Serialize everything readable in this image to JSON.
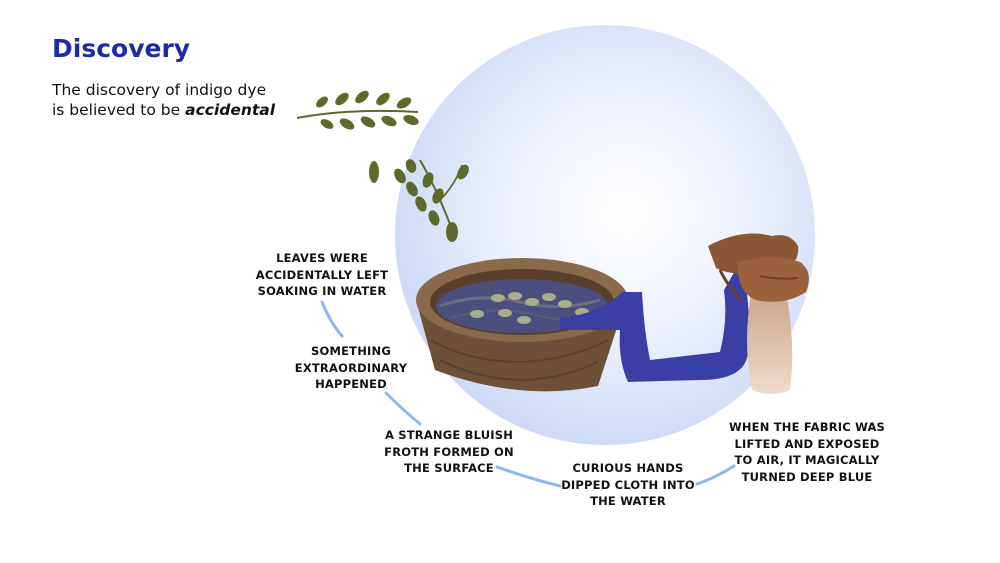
{
  "header": {
    "title": "Discovery",
    "intro_line1": "The discovery of indigo dye",
    "intro_line2_prefix": "is believed to be",
    "intro_emphasis": "accidental"
  },
  "steps": [
    {
      "line1": "LEAVES WERE",
      "line2": "ACCIDENTALLY LEFT",
      "line3": "SOAKING IN WATER"
    },
    {
      "line1": "SOMETHING",
      "line2": "EXTRAORDINARY",
      "line3": "HAPPENED"
    },
    {
      "line1": "A STRANGE BLUISH",
      "line2": "FROTH FORMED ON",
      "line3": "THE SURFACE"
    },
    {
      "line1": "CURIOUS HANDS",
      "line2": "DIPPED CLOTH INTO",
      "line3": "THE WATER"
    },
    {
      "line1": "WHEN THE FABRIC WAS",
      "line2": "LIFTED AND EXPOSED",
      "line3": "TO AIR, IT MAGICALLY",
      "line4": "TURNED DEEP BLUE"
    }
  ],
  "colors": {
    "title": "#1f2aa8",
    "connector": "#8fb4ef",
    "glow": "#c9d7f6",
    "wood": "#7a5a40",
    "indigo": "#3a3fa6",
    "leaf": "#5e6a2a",
    "skin": "#8a5634",
    "cloth_pale": "#e4c9b2"
  },
  "icons": [
    "indigo-leaf-sprig-icon",
    "wooden-vat-icon",
    "hands-with-cloth-icon"
  ]
}
